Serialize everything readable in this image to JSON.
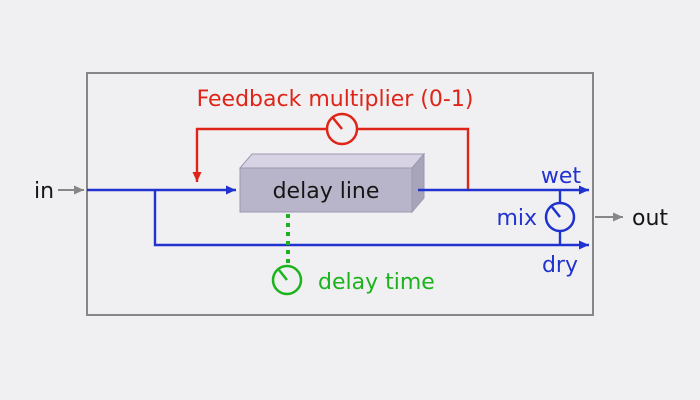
{
  "diagram": {
    "labels": {
      "input": "in",
      "output": "out",
      "block": "delay line",
      "feedback": "Feedback multiplier (0-1)",
      "wet": "wet",
      "dry": "dry",
      "mix": "mix",
      "delay_time": "delay time"
    },
    "icons": {
      "feedback_knob": "dial-knob-icon",
      "mix_knob": "dial-knob-icon",
      "delay_time_knob": "dial-knob-icon"
    }
  },
  "colors": {
    "background": "#f0f0f2",
    "frame_gray": "#878787",
    "signal_blue": "#2133cf",
    "feedback_red": "#df2418",
    "delay_green": "#1db31d",
    "text_black": "#161616",
    "box_front": "#b8b5ca",
    "box_top": "#d7d3e4",
    "box_side": "#a8a5ba",
    "box_edge": "#9c99b0"
  }
}
